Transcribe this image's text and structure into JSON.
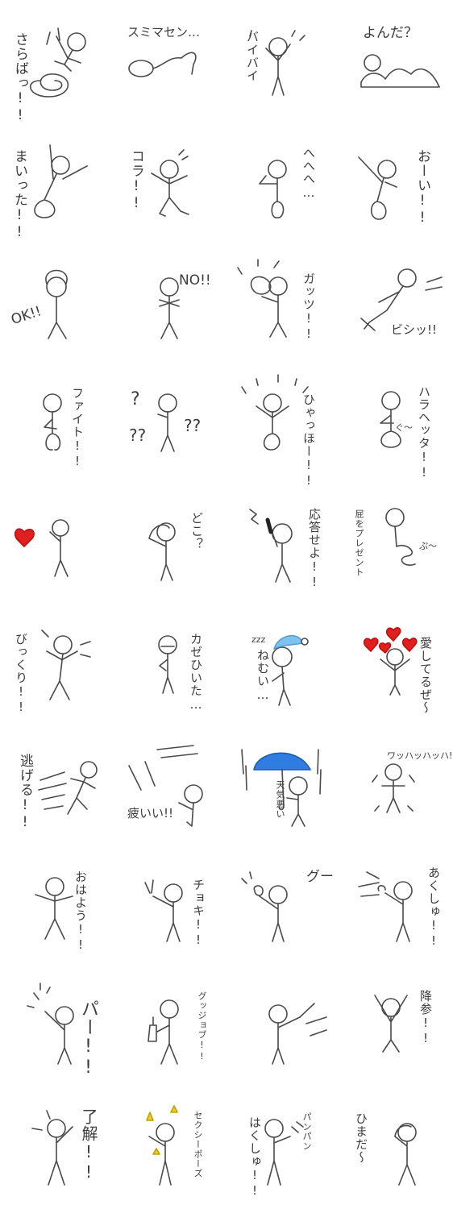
{
  "sheet": {
    "labels": {
      "r1c1": "さらばっ!!",
      "r1c2": "スミマセン…",
      "r1c3": "バイバイ",
      "r1c4": "よんだ？",
      "r2c1": "まいった!!",
      "r2c2": "コラ!!",
      "r2c3": "へへへ…",
      "r2c4": "おーい!!",
      "r3c1": "OK!!",
      "r3c2": "NO!!",
      "r3c3": "ガッツ!!",
      "r3c4": "ビシッ!!",
      "r4c1": "ファイト!!",
      "r4c2a": "?",
      "r4c2b": "??",
      "r4c2c": "??",
      "r4c3": "ひゃっほー!!",
      "r4c4": "ハラヘッタ!!",
      "r4c4b": "ぐ〜",
      "r5c2": "どこ？",
      "r5c3": "応答せよ!!",
      "r5c4": "屁をプレゼント",
      "r5c4b": "ぷ〜",
      "r6c1": "びっくり!!",
      "r6c2": "カゼひいた…",
      "r6c3": "ねむい…",
      "r6c3b": "zzz",
      "r6c4": "愛してるぜ〜",
      "r7c1": "逃げる!!",
      "r7c2": "疲いい!!",
      "r7c3": "天気悪い",
      "r7c4": "ワッハッハッハ!!",
      "r8c1": "おはよう!!",
      "r8c2": "チョキ!!",
      "r8c3": "グー",
      "r8c4": "あくしゅ!!",
      "r9c1": "パー!!",
      "r9c2": "グッジョブ!!",
      "r9c4": "降参!!",
      "r10c1": "了解!!",
      "r10c2": "セクシーポーズ",
      "r10c3": "はくしゅ!!",
      "r10c3b": "パンパン",
      "r10c4": "ひまだ〜"
    },
    "colors": {
      "line": "#4a4a4a",
      "heart": "#e02020",
      "umbrella": "#2f7de0",
      "nightcap": "#7ec3f0",
      "sparkle": "#f0d020"
    }
  }
}
